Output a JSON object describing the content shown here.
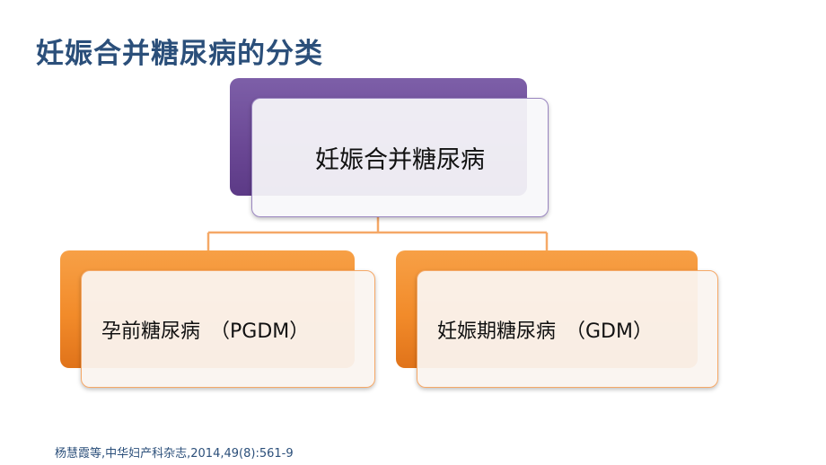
{
  "title": "妊娠合并糖尿病的分类",
  "diagram": {
    "root": {
      "label": "妊娠合并糖尿病"
    },
    "children": [
      {
        "label": "孕前糖尿病　（PGDM）"
      },
      {
        "label": "妊娠期糖尿病　（GDM）"
      }
    ]
  },
  "citation": "杨慧霞等,中华妇产科杂志,2014,49(8):561-9",
  "colors": {
    "title": "#2b4f7a",
    "root_accent": "#6a4794",
    "child_accent": "#f28b2a",
    "connector": "#f5a867"
  }
}
